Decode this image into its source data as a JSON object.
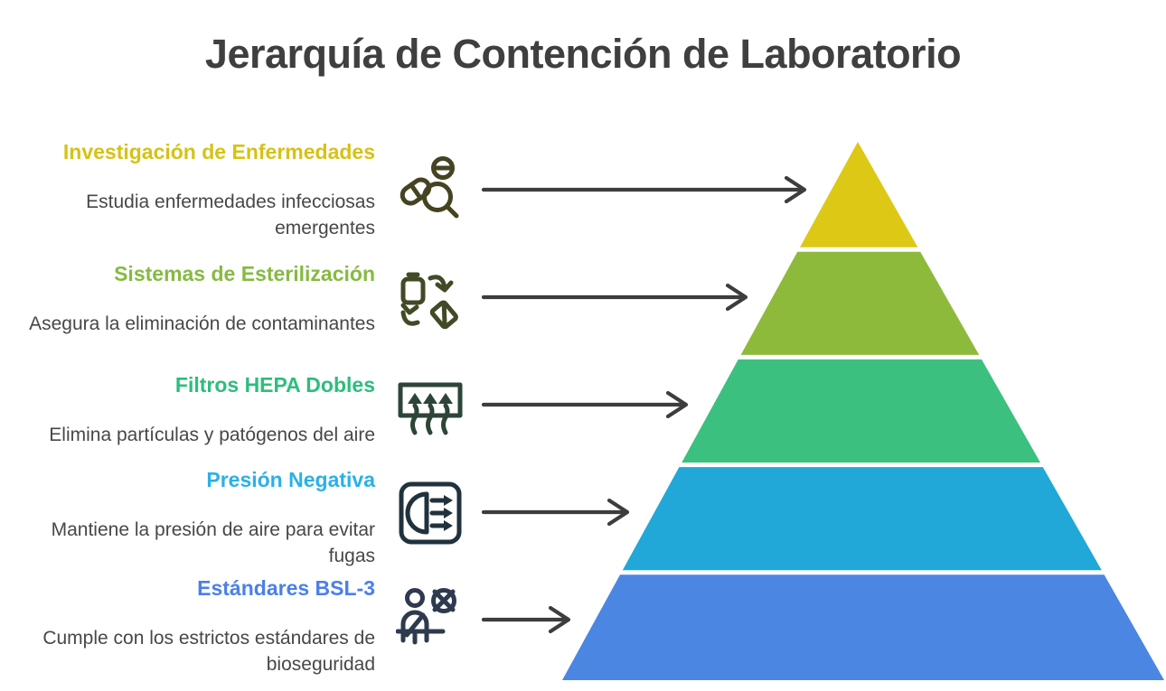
{
  "title": "Jerarquía de Contención de Laboratorio",
  "title_color": "#3f3f3f",
  "description_color": "#474747",
  "arrow_color": "#3d3d3d",
  "pyramid": {
    "type": "pyramid",
    "levels_top_to_bottom": [
      "Investigación de Enfermedades",
      "Sistemas de Esterilización",
      "Filtros HEPA Dobles",
      "Presión Negativa",
      "Estándares BSL-3"
    ]
  },
  "levels": [
    {
      "label": "Investigación de Enfermedades",
      "description": "Estudia enfermedades infecciosas emergentes",
      "color": "#ddc915",
      "label_color": "#d6c214",
      "icon": "disease-research-icon",
      "icon_color": "#454321"
    },
    {
      "label": "Sistemas de Esterilización",
      "description": "Asegura la eliminación de contaminantes",
      "color": "#8eba3c",
      "label_color": "#86ba42",
      "icon": "sterilization-icon",
      "icon_color": "#414a26"
    },
    {
      "label": "Filtros HEPA Dobles",
      "description": "Elimina partículas y patógenos del aire",
      "color": "#3cc07f",
      "label_color": "#2ebd7c",
      "icon": "hepa-filter-icon",
      "icon_color": "#2d4538"
    },
    {
      "label": "Presión Negativa",
      "description": "Mantiene la presión de aire para evitar fugas",
      "color": "#21a8d8",
      "label_color": "#29b1e8",
      "icon": "negative-pressure-icon",
      "icon_color": "#20323e"
    },
    {
      "label": "Estándares BSL-3",
      "description": "Cumple con los estrictos estándares de bioseguridad",
      "color": "#4c86e3",
      "label_color": "#4b80e8",
      "icon": "bsl3-restriction-icon",
      "icon_color": "#2e3a4e"
    }
  ]
}
